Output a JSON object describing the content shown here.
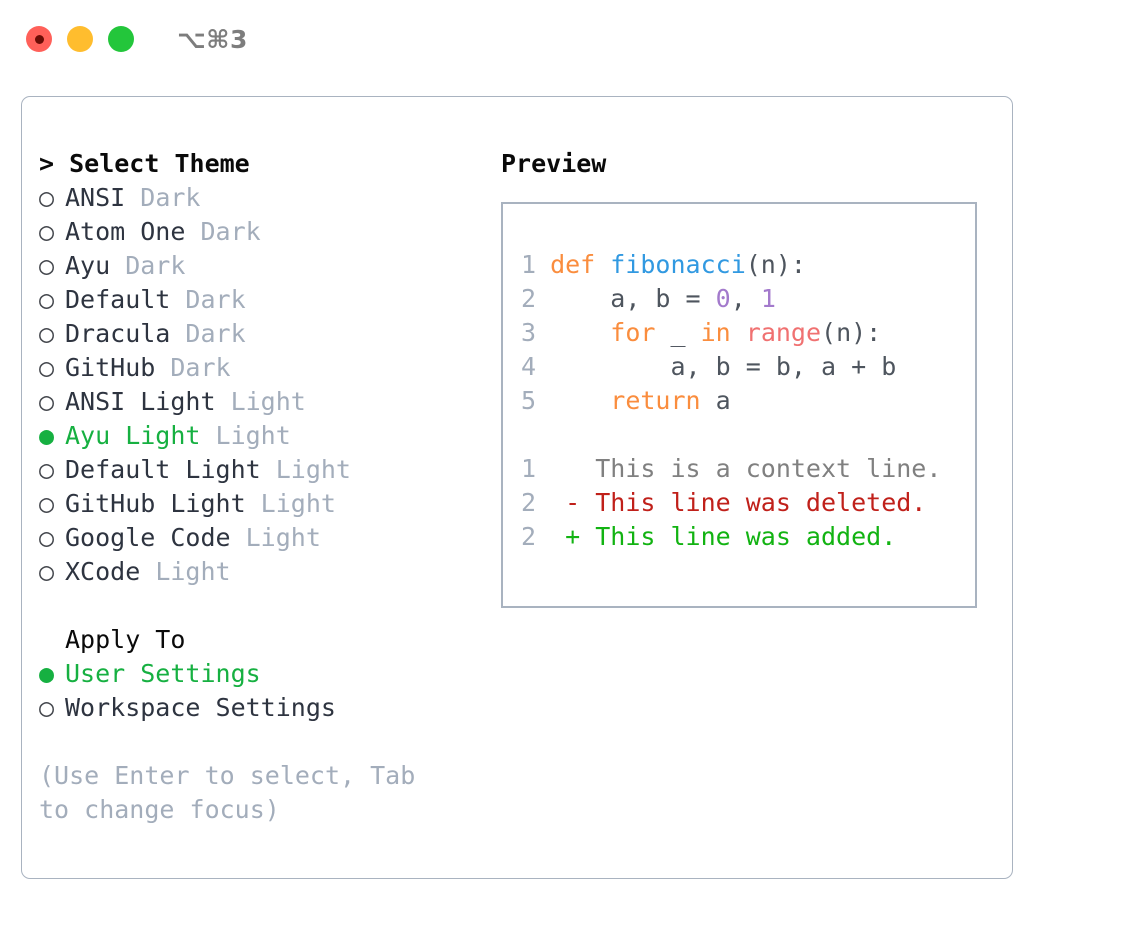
{
  "titlebar": {
    "close_label": "close",
    "minimize_label": "minimize",
    "maximize_label": "maximize",
    "shortcut": "⌥⌘3"
  },
  "theme_list": {
    "header": "> Select Theme",
    "bullet_selected": "●",
    "bullet_unselected": "○",
    "items": [
      {
        "name": "ANSI",
        "kind": "Dark",
        "selected": false
      },
      {
        "name": "Atom One",
        "kind": "Dark",
        "selected": false
      },
      {
        "name": "Ayu",
        "kind": "Dark",
        "selected": false
      },
      {
        "name": "Default",
        "kind": "Dark",
        "selected": false
      },
      {
        "name": "Dracula",
        "kind": "Dark",
        "selected": false
      },
      {
        "name": "GitHub",
        "kind": "Dark",
        "selected": false
      },
      {
        "name": "ANSI Light",
        "kind": "Light",
        "selected": false
      },
      {
        "name": "Ayu Light",
        "kind": "Light",
        "selected": true
      },
      {
        "name": "Default Light",
        "kind": "Light",
        "selected": false
      },
      {
        "name": "GitHub Light",
        "kind": "Light",
        "selected": false
      },
      {
        "name": "Google Code",
        "kind": "Light",
        "selected": false
      },
      {
        "name": "XCode",
        "kind": "Light",
        "selected": false
      }
    ]
  },
  "apply_to": {
    "label": "Apply To",
    "items": [
      {
        "name": "User Settings",
        "selected": true
      },
      {
        "name": "Workspace Settings",
        "selected": false
      }
    ]
  },
  "hint": "(Use Enter to select, Tab to change focus)",
  "preview": {
    "title": "Preview",
    "code_lines": [
      {
        "no": "1",
        "segments": [
          {
            "text": "def ",
            "tok": "kw"
          },
          {
            "text": "fibonacci",
            "tok": "fn"
          },
          {
            "text": "(n):",
            "tok": "pun"
          }
        ]
      },
      {
        "no": "2",
        "segments": [
          {
            "text": "    a, b = ",
            "tok": "var"
          },
          {
            "text": "0",
            "tok": "num"
          },
          {
            "text": ", ",
            "tok": "var"
          },
          {
            "text": "1",
            "tok": "num"
          }
        ]
      },
      {
        "no": "3",
        "segments": [
          {
            "text": "    ",
            "tok": "var"
          },
          {
            "text": "for",
            "tok": "kw"
          },
          {
            "text": " _ ",
            "tok": "var"
          },
          {
            "text": "in",
            "tok": "kw"
          },
          {
            "text": " ",
            "tok": "var"
          },
          {
            "text": "range",
            "tok": "bi"
          },
          {
            "text": "(n):",
            "tok": "pun"
          }
        ]
      },
      {
        "no": "4",
        "segments": [
          {
            "text": "        a, b = b, a + b",
            "tok": "var"
          }
        ]
      },
      {
        "no": "5",
        "segments": [
          {
            "text": "    ",
            "tok": "var"
          },
          {
            "text": "return",
            "tok": "kw"
          },
          {
            "text": " a",
            "tok": "var"
          }
        ]
      }
    ],
    "diff_lines": [
      {
        "no": "1",
        "marker": "  ",
        "text": "This is a context line.",
        "kind": "ctx"
      },
      {
        "no": "2",
        "marker": "- ",
        "text": "This line was deleted.",
        "kind": "del"
      },
      {
        "no": "2",
        "marker": "+ ",
        "text": "This line was added.",
        "kind": "add"
      }
    ]
  },
  "colors": {
    "accent_green": "#16b041",
    "muted": "#a3adbb",
    "border": "#a9b3c0",
    "keyword": "#fa8d3e",
    "function": "#3199e1",
    "number": "#a37acc",
    "builtin": "#f07171",
    "diff_delete": "#c0201a",
    "diff_add": "#12b312"
  }
}
